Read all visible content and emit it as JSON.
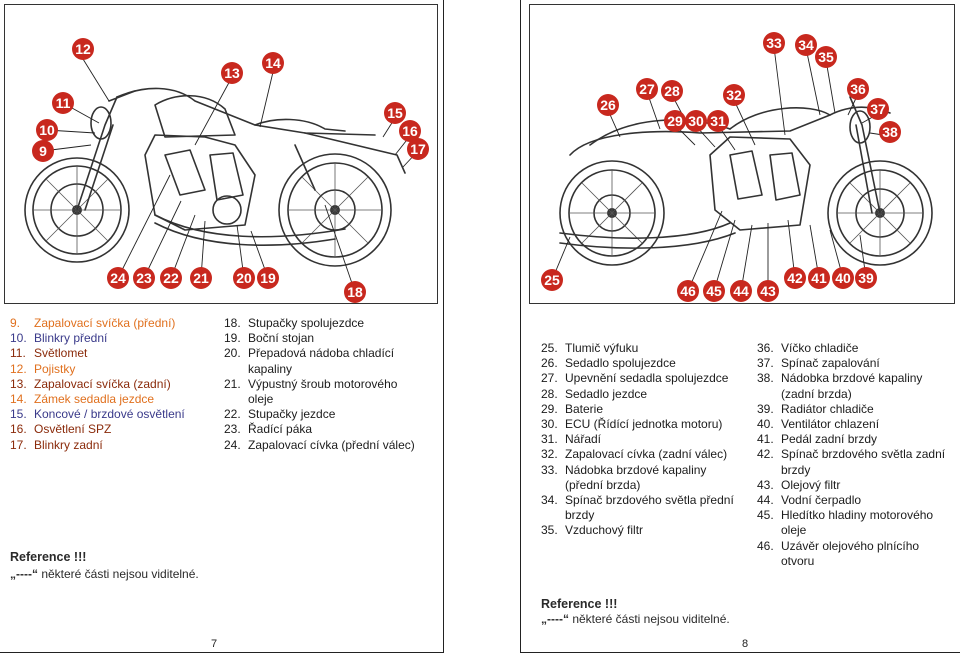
{
  "left_page": {
    "figure_callouts": [
      "9",
      "10",
      "11",
      "12",
      "13",
      "14",
      "15",
      "16",
      "17",
      "18",
      "19",
      "20",
      "21",
      "22",
      "23",
      "24"
    ],
    "legend_col1": [
      {
        "num": "9.",
        "text": "Zapalovací svíčka (přední)"
      },
      {
        "num": "10.",
        "text": "Blinkry přední"
      },
      {
        "num": "11.",
        "text": "Světlomet"
      },
      {
        "num": "12.",
        "text": "Pojistky"
      },
      {
        "num": "13.",
        "text": "Zapalovací svíčka (zadní)"
      },
      {
        "num": "14.",
        "text": "Zámek sedadla jezdce"
      },
      {
        "num": "15.",
        "text": "Koncové / brzdové osvětlení"
      },
      {
        "num": "16.",
        "text": "Osvětlení SPZ"
      },
      {
        "num": "17.",
        "text": "Blinkry zadní"
      }
    ],
    "legend_col2": [
      {
        "num": "18.",
        "text": "Stupačky spolujezdce"
      },
      {
        "num": "19.",
        "text": "Boční stojan"
      },
      {
        "num": "20.",
        "text": "Přepadová nádoba chladící kapaliny"
      },
      {
        "num": "21.",
        "text": "Výpustný šroub motorového oleje"
      },
      {
        "num": "22.",
        "text": "Stupačky jezdce"
      },
      {
        "num": "23.",
        "text": "Řadící páka"
      },
      {
        "num": "24.",
        "text": "Zapalovací cívka (přední válec)"
      }
    ],
    "reference_title": "Reference !!!",
    "reference_quote": "„----“",
    "reference_text": " některé části nejsou viditelné.",
    "page_number": "7"
  },
  "right_page": {
    "figure_callouts": [
      "25",
      "26",
      "27",
      "28",
      "29",
      "30",
      "31",
      "32",
      "33",
      "34",
      "35",
      "36",
      "37",
      "38",
      "39",
      "40",
      "41",
      "42",
      "43",
      "44",
      "45",
      "46"
    ],
    "legend_col1": [
      {
        "num": "25.",
        "text": "Tlumič výfuku"
      },
      {
        "num": "26.",
        "text": "Sedadlo spolujezdce"
      },
      {
        "num": "27.",
        "text": "Upevnění sedadla spolujezdce"
      },
      {
        "num": "28.",
        "text": "Sedadlo jezdce"
      },
      {
        "num": "29.",
        "text": "Baterie"
      },
      {
        "num": "30.",
        "text": "ECU (Řídící jednotka motoru)"
      },
      {
        "num": "31.",
        "text": "Nářadí"
      },
      {
        "num": "32.",
        "text": "Zapalovací cívka (zadní válec)"
      },
      {
        "num": "33.",
        "text": "Nádobka brzdové kapaliny (přední brzda)"
      },
      {
        "num": "34.",
        "text": "Spínač brzdového světla přední brzdy"
      },
      {
        "num": "35.",
        "text": "Vzduchový filtr"
      }
    ],
    "legend_col2": [
      {
        "num": "36.",
        "text": "Víčko chladiče"
      },
      {
        "num": "37.",
        "text": "Spínač zapalování"
      },
      {
        "num": "38.",
        "text": "Nádobka brzdové kapaliny (zadní brzda)"
      },
      {
        "num": "39.",
        "text": "Radiátor chladiče"
      },
      {
        "num": "40.",
        "text": "Ventilátor chlazení"
      },
      {
        "num": "41.",
        "text": "Pedál zadní brzdy"
      },
      {
        "num": "42.",
        "text": "Spínač brzdového světla zadní brzdy"
      },
      {
        "num": "43.",
        "text": "Olejový filtr"
      },
      {
        "num": "44.",
        "text": "Vodní čerpadlo"
      },
      {
        "num": "45.",
        "text": "Hledítko hladiny motorového oleje"
      },
      {
        "num": "46.",
        "text": "Uzávěr olejového plnícího otvoru"
      }
    ],
    "reference_title": "Reference !!!",
    "reference_quote": "„----“",
    "reference_text": " některé části nejsou viditelné.",
    "page_number": "8"
  },
  "colors": {
    "callout_red": "#c8281e",
    "text_orange": "#e0701e",
    "text_blue": "#3a3a8a",
    "text_darkred": "#8a2a0a"
  }
}
